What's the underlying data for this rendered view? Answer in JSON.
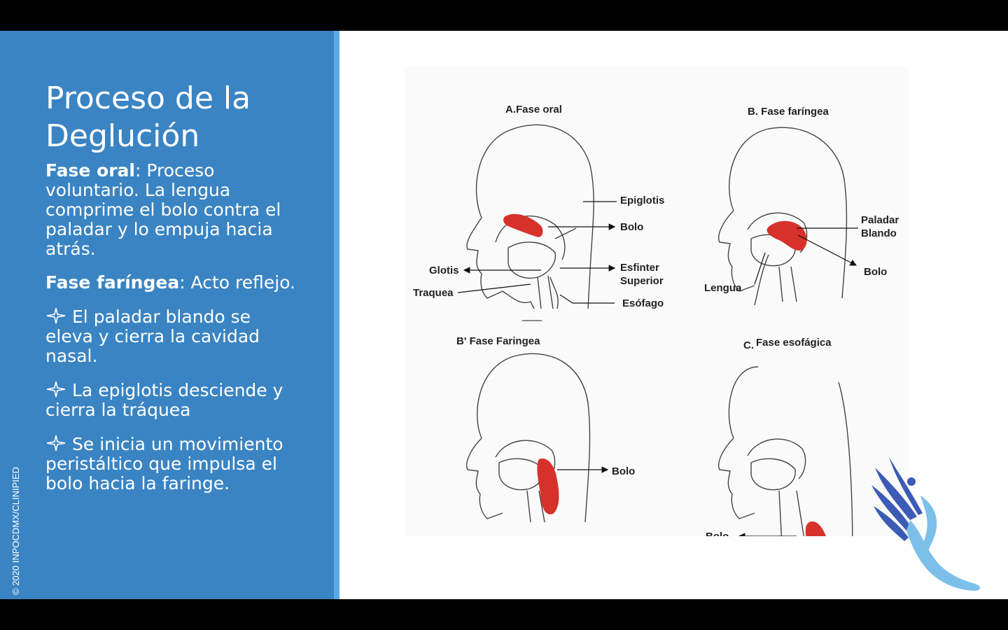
{
  "slide": {
    "title": "Proceso de la Deglución",
    "oral_heading": "Fase oral",
    "oral_text": ": Proceso voluntario. La lengua comprime el bolo contra el paladar y lo empuja hacia atrás.",
    "pharyngeal_heading": "Fase faríngea",
    "pharyngeal_text": ": Acto reflejo.",
    "bullets": [
      "El paladar blando se eleva y cierra la cavidad nasal.",
      "La epiglotis desciende y cierra la tráquea",
      "Se inicia un movimiento peristáltico que impulsa el bolo hacia la faringe."
    ],
    "copyright": "© 2020 INPOCDMX/CLINIPIED"
  },
  "figure": {
    "panel_a": {
      "title": "A.Fase oral",
      "labels": [
        "Epiglotis",
        "Bolo",
        "Esfinter",
        "Superior",
        "Esófago",
        "Glotis",
        "Traquea"
      ]
    },
    "panel_b": {
      "title": "B. Fase faríngea",
      "labels": [
        "Paladar",
        "Blando",
        "Bolo",
        "Lengua"
      ]
    },
    "panel_b2": {
      "title": "B' Fase Faringea",
      "labels": [
        "Bolo"
      ]
    },
    "panel_c": {
      "title": "Fase esofágica",
      "prefix": "C.",
      "labels": [
        "Bolo"
      ]
    }
  },
  "colors": {
    "panel": "#3a84c3",
    "accent": "#5aa9e6",
    "bolus": "#d6322b",
    "logo_dark": "#3b5bb5",
    "logo_light": "#7cc0ea"
  }
}
